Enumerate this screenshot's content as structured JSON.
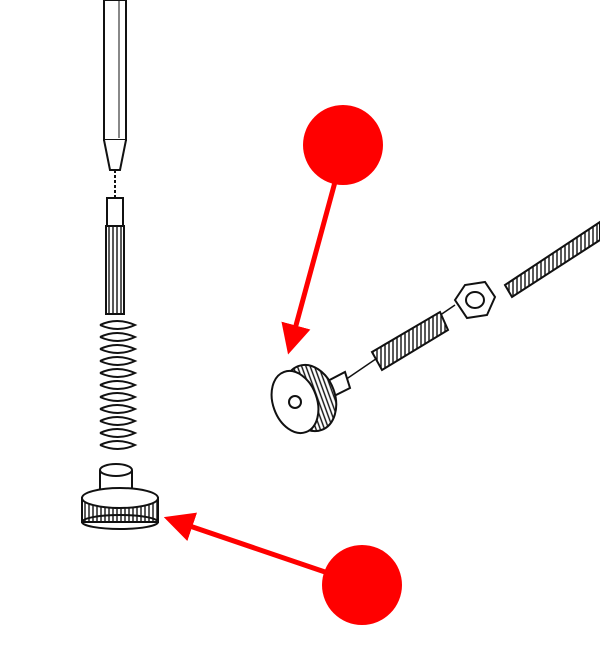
{
  "diagram": {
    "type": "exploded-parts-illustration",
    "colors": {
      "marker": "#ff0000",
      "line_art": "#111111",
      "background": "#ffffff"
    },
    "markers": [
      {
        "id": "marker-top",
        "shape": "filled-circle-with-arrow",
        "points_to": "side-view-knurled-knob"
      },
      {
        "id": "marker-bottom",
        "shape": "filled-circle-with-arrow",
        "points_to": "vertical-assembly-knurled-knob"
      }
    ]
  }
}
